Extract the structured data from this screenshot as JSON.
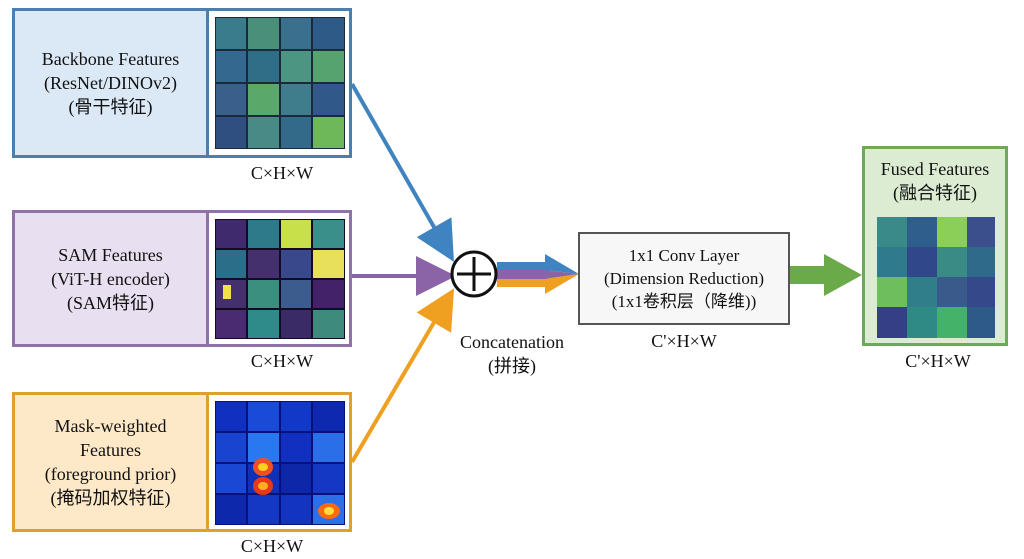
{
  "inputs": {
    "backbone": {
      "lines": [
        "Backbone Features",
        "(ResNet/DINOv2)",
        "(骨干特征)"
      ],
      "dim": "C×H×W",
      "colors": {
        "border": "#4a7fb0",
        "fill": "#dbe8f6",
        "arrow": "#3f84c0"
      }
    },
    "sam": {
      "lines": [
        "SAM Features",
        "(ViT-H encoder)",
        "(SAM特征)"
      ],
      "dim": "C×H×W",
      "colors": {
        "border": "#8f73a8",
        "fill": "#e8dff0",
        "arrow": "#8a64a6"
      }
    },
    "mask": {
      "lines": [
        "Mask-weighted",
        "Features",
        "(foreground prior)",
        "(掩码加权特征)"
      ],
      "dim": "C×H×W",
      "colors": {
        "border": "#e0a030",
        "fill": "#fde8c8",
        "arrow": "#f0a020"
      }
    }
  },
  "concat": {
    "symbol": "⊕",
    "lines": [
      "Concatenation",
      "(拼接)"
    ]
  },
  "conv": {
    "lines": [
      "1x1 Conv Layer",
      "(Dimension Reduction)",
      "(1x1卷积层（降维))"
    ],
    "dim": "C'×H×W"
  },
  "output": {
    "lines": [
      "Fused Features",
      "(融合特征)"
    ],
    "dim": "C'×H×W",
    "colors": {
      "border": "#6ea85a",
      "fill": "#dcecd3",
      "arrow": "#6aaa48"
    }
  }
}
